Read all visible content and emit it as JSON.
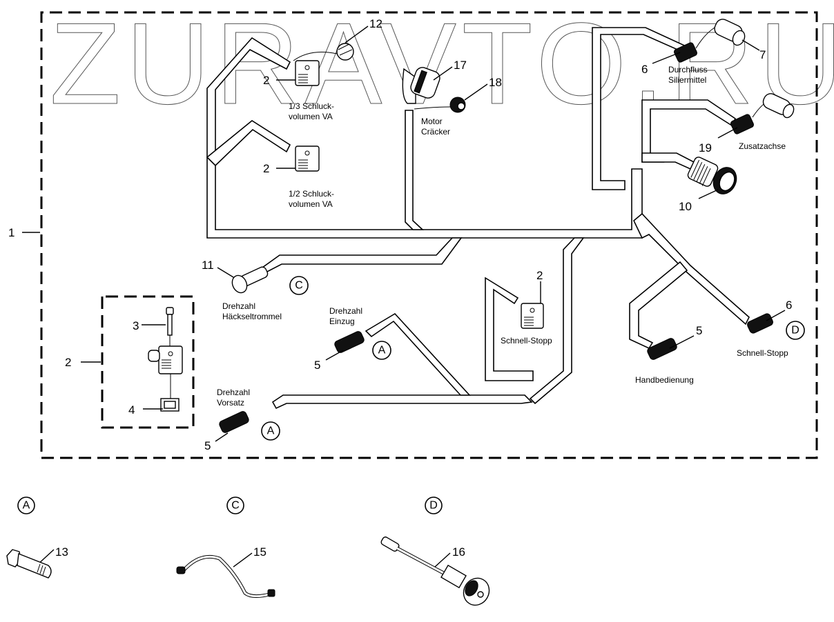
{
  "watermark": "ZURAVTO.RU",
  "assembly": {
    "item": "1",
    "detail_box_item": "2"
  },
  "callouts": [
    {
      "id": "c12",
      "number": "12"
    },
    {
      "id": "c2a",
      "number": "2"
    },
    {
      "id": "c2b",
      "number": "2"
    },
    {
      "id": "c17",
      "number": "17"
    },
    {
      "id": "c18",
      "number": "18"
    },
    {
      "id": "c6a",
      "number": "6"
    },
    {
      "id": "c7",
      "number": "7"
    },
    {
      "id": "c19",
      "number": "19"
    },
    {
      "id": "c10",
      "number": "10"
    },
    {
      "id": "c11",
      "number": "11"
    },
    {
      "id": "c3",
      "number": "3"
    },
    {
      "id": "c4",
      "number": "4"
    },
    {
      "id": "c5a",
      "number": "5"
    },
    {
      "id": "c5b",
      "number": "5"
    },
    {
      "id": "c2c",
      "number": "2"
    },
    {
      "id": "c5c",
      "number": "5"
    },
    {
      "id": "c6b",
      "number": "6"
    },
    {
      "id": "c13",
      "number": "13"
    },
    {
      "id": "c15",
      "number": "15"
    },
    {
      "id": "c16",
      "number": "16"
    }
  ],
  "labels": {
    "schluck_13": [
      "1/3 Schluck-",
      "volumen VA"
    ],
    "schluck_12": [
      "1/2 Schluck-",
      "volumen VA"
    ],
    "motor_cracker": [
      "Motor",
      "Cräcker"
    ],
    "durchfluss": [
      "Durchfluss",
      "Siliermittel"
    ],
    "zusatzachse": [
      "Zusatzachse"
    ],
    "drehzahl_haecksel": [
      "Drehzahl",
      "Häckseltrommel"
    ],
    "drehzahl_einzug": [
      "Drehzahl",
      "Einzug"
    ],
    "drehzahl_vorsatz": [
      "Drehzahl",
      "Vorsatz"
    ],
    "schnell_stopp_mid": [
      "Schnell-Stopp"
    ],
    "schnell_stopp_right": [
      "Schnell-Stopp"
    ],
    "handbedienung": [
      "Handbedienung"
    ]
  },
  "variant_markers": {
    "harness_c": "C",
    "harness_a_einzug": "A",
    "harness_a_vorsatz": "A",
    "harness_d": "D"
  },
  "variant_legend": [
    {
      "marker": "A",
      "part": "13"
    },
    {
      "marker": "C",
      "part": "15"
    },
    {
      "marker": "D",
      "part": "16"
    }
  ]
}
